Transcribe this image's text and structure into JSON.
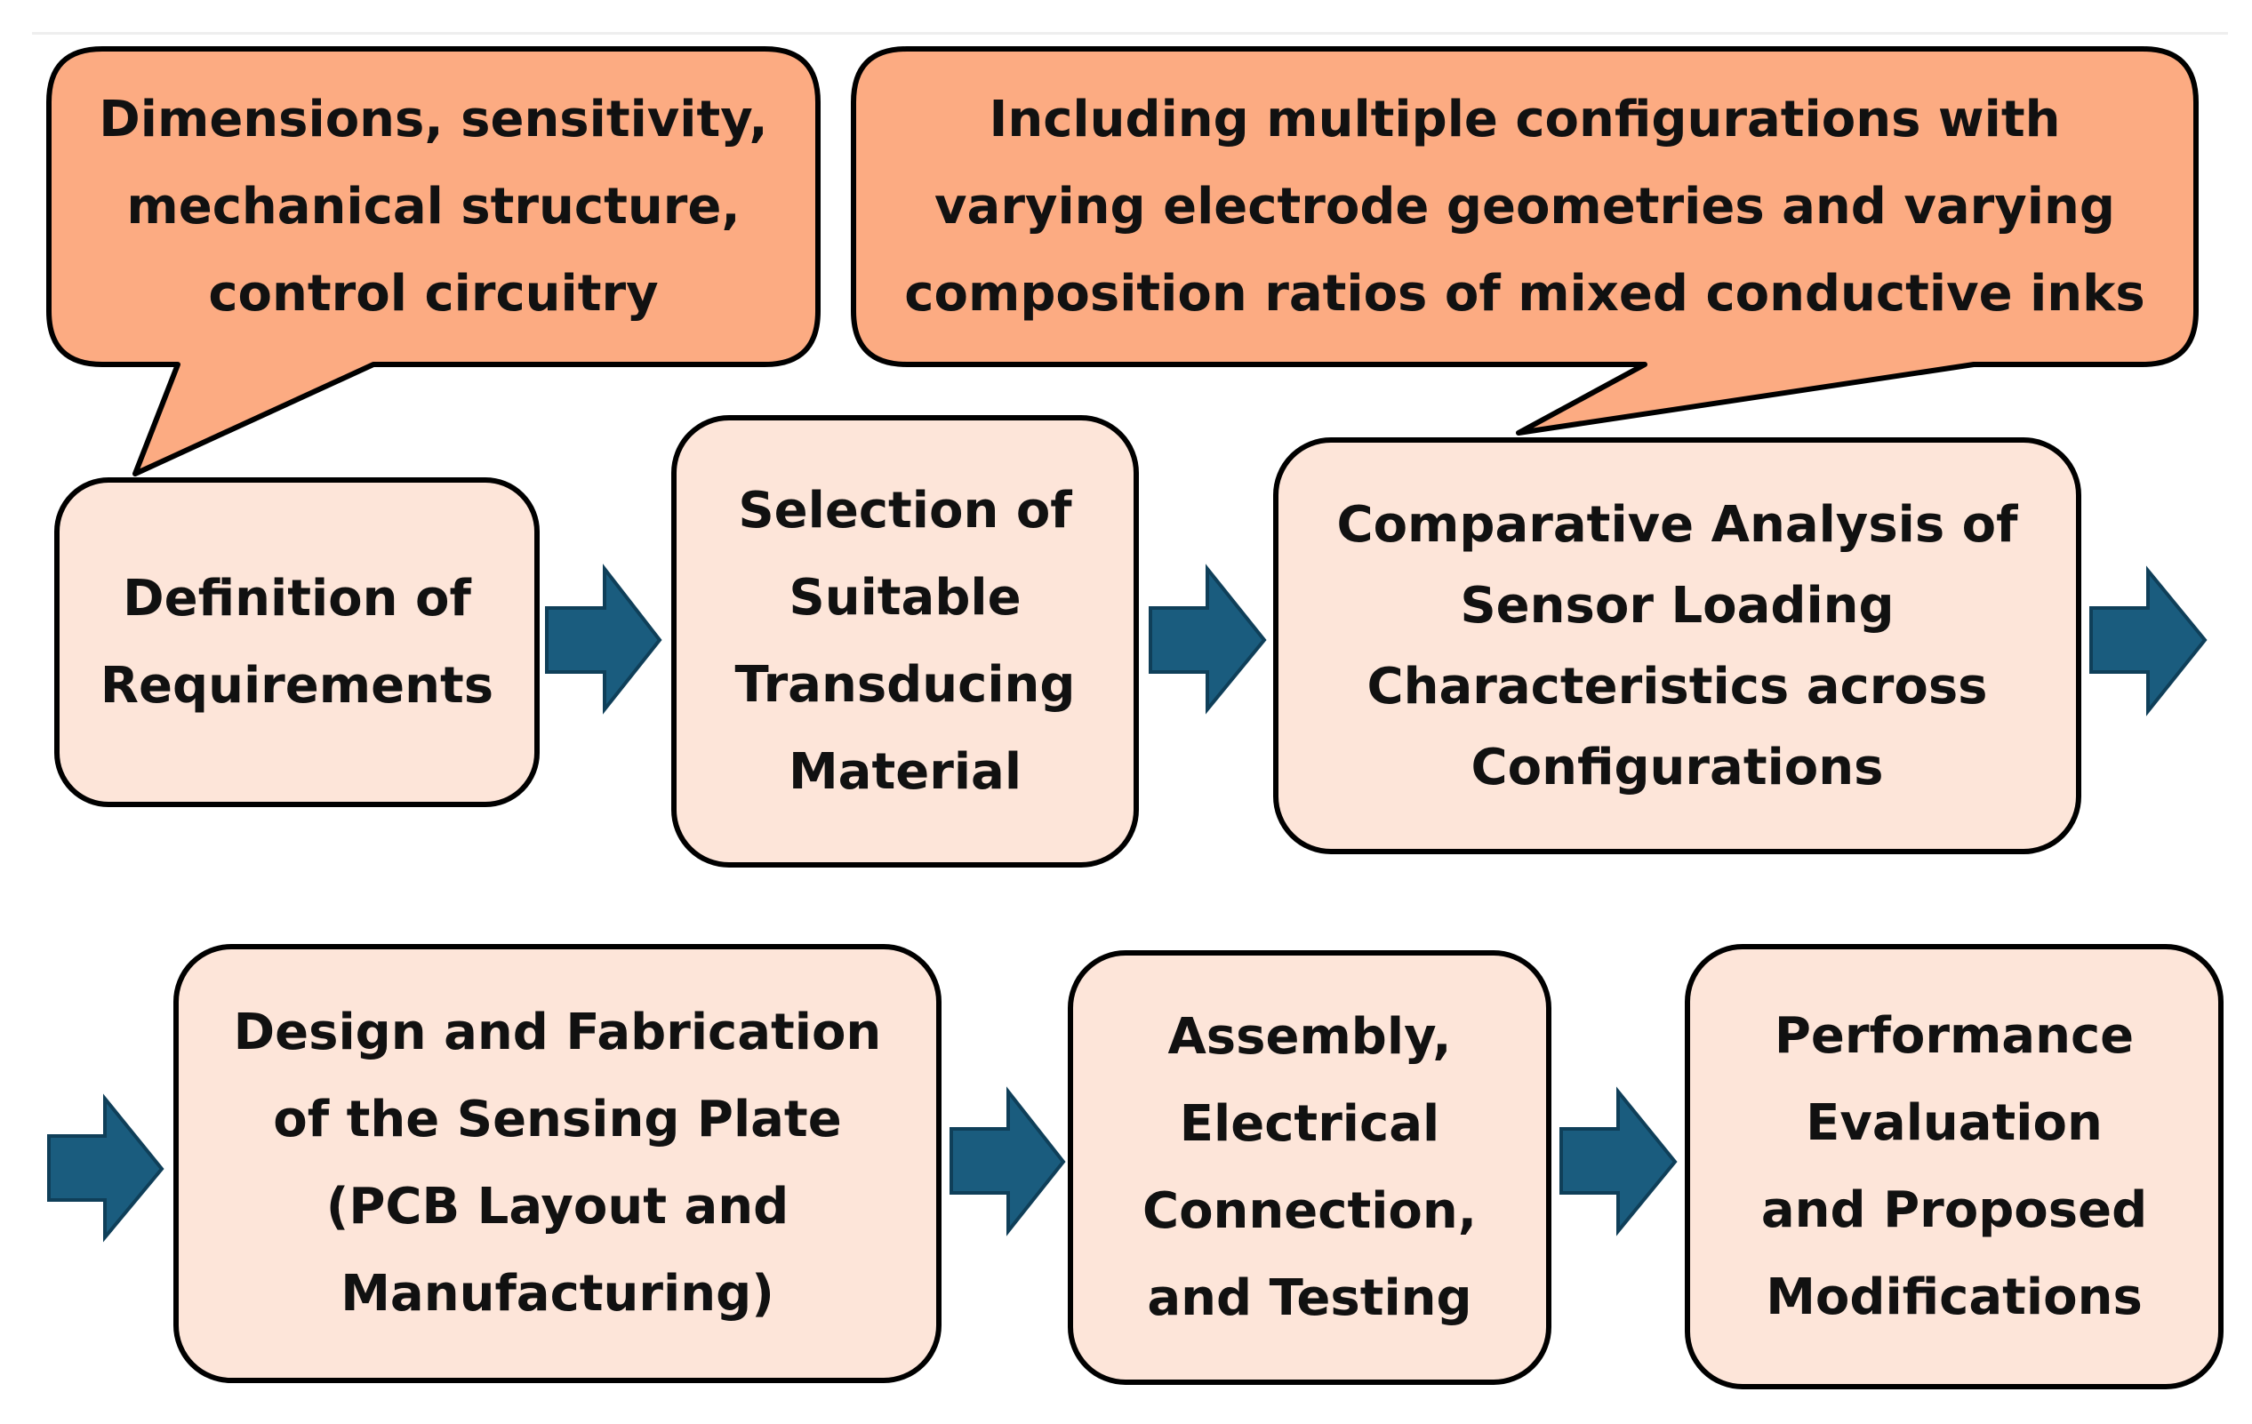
{
  "colors": {
    "callout_fill": "#fcab82",
    "step_fill": "#fde5d9",
    "outline": "#000000",
    "arrow_fill": "#1a5c7e",
    "arrow_stroke": "#0f3f59",
    "text": "#111111"
  },
  "callouts": [
    {
      "id": "requirements-detail",
      "text": "Dimensions, sensitivity,\nmechanical structure,\ncontrol circuitry"
    },
    {
      "id": "configurations-detail",
      "text": "Including multiple configurations with\nvarying electrode geometries and varying\ncomposition ratios of mixed conductive inks"
    }
  ],
  "steps": [
    {
      "id": "definition",
      "text": "Definition of\nRequirements"
    },
    {
      "id": "selection",
      "text": "Selection of\nSuitable\nTransducing\nMaterial"
    },
    {
      "id": "comparative",
      "text": "Comparative Analysis of\nSensor Loading\nCharacteristics across\nConfigurations"
    },
    {
      "id": "design",
      "text": "Design and Fabrication\nof the Sensing Plate\n(PCB Layout and\nManufacturing)"
    },
    {
      "id": "assembly",
      "text": "Assembly,\nElectrical\nConnection,\nand Testing"
    },
    {
      "id": "performance",
      "text": "Performance\nEvaluation\nand Proposed\nModifications"
    }
  ],
  "arrows": [
    {
      "from": "definition",
      "to": "selection",
      "direction": "right"
    },
    {
      "from": "selection",
      "to": "comparative",
      "direction": "right"
    },
    {
      "from": "comparative",
      "to": "row-end",
      "direction": "right"
    },
    {
      "from": "row-start",
      "to": "design",
      "direction": "right"
    },
    {
      "from": "design",
      "to": "assembly",
      "direction": "right"
    },
    {
      "from": "assembly",
      "to": "performance",
      "direction": "right"
    }
  ]
}
